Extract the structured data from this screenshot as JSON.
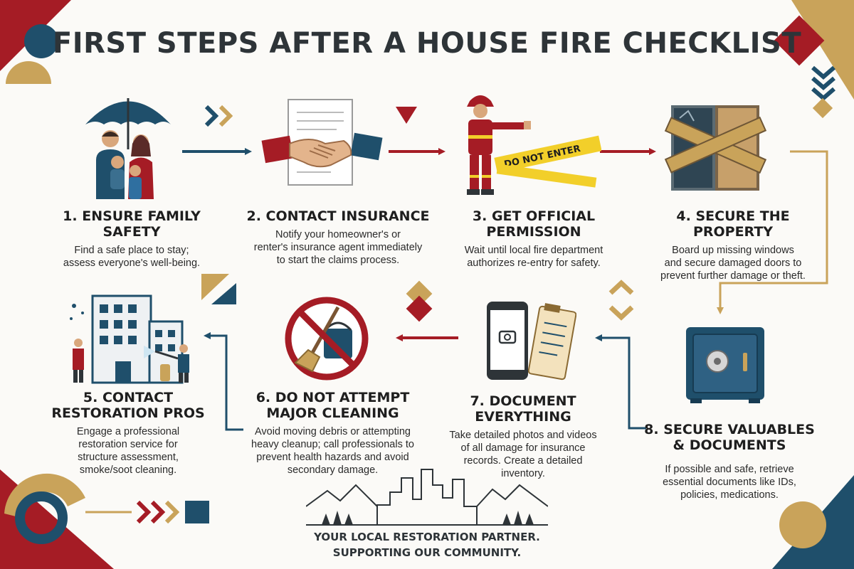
{
  "title": "FIRST STEPS AFTER A HOUSE FIRE CHECKLIST",
  "colors": {
    "navy": "#1f4f6b",
    "red": "#a51c25",
    "gold": "#c9a35a",
    "dark": "#2e3438"
  },
  "steps": [
    {
      "title": "1. ENSURE FAMILY SAFETY",
      "desc_lines": [
        "Find a safe place to stay;",
        "assess everyone's well-being."
      ],
      "icon": "family-umbrella-icon"
    },
    {
      "title": "2. CONTACT INSURANCE",
      "desc_lines": [
        "Notify your homeowner's or",
        "renter's insurance agent immediately",
        "to start the claims process."
      ],
      "icon": "handshake-contract-icon"
    },
    {
      "title": "3. GET OFFICIAL PERMISSION",
      "desc_lines": [
        "Wait until local fire department",
        "authorizes re-entry for safety."
      ],
      "icon": "firefighter-icon",
      "tape_text": "DO NOT ENTER"
    },
    {
      "title": "4. SECURE THE PROPERTY",
      "desc_lines": [
        "Board up missing windows",
        "and secure damaged doors to",
        "prevent further damage or theft."
      ],
      "icon": "boarded-window-icon"
    },
    {
      "title_lines": [
        "5. CONTACT",
        "RESTORATION PROS"
      ],
      "desc_lines": [
        "Engage a professional",
        "restoration service for",
        "structure assessment,",
        "smoke/soot cleaning."
      ],
      "icon": "restoration-building-icon"
    },
    {
      "title_lines": [
        "6. DO NOT ATTEMPT",
        "MAJOR CLEANING"
      ],
      "desc_lines": [
        "Avoid moving debris or attempting",
        "heavy cleanup; call professionals to",
        "prevent health hazards and avoid",
        "secondary damage."
      ],
      "icon": "no-cleaning-icon"
    },
    {
      "title": "7. DOCUMENT EVERYTHING",
      "desc_lines": [
        "Take detailed photos and videos",
        "of all damage for insurance",
        "records. Create a detailed",
        "inventory."
      ],
      "icon": "phone-clipboard-icon"
    },
    {
      "title_lines": [
        "8. SECURE VALUABLES",
        "& DOCUMENTS"
      ],
      "desc_lines": [
        "If possible and safe, retrieve",
        "essential documents like IDs,",
        "policies, medications."
      ],
      "icon": "safe-icon"
    }
  ],
  "footer_lines": [
    "YOUR LOCAL RESTORATION PARTNER.",
    "SUPPORTING OUR COMMUNITY."
  ]
}
